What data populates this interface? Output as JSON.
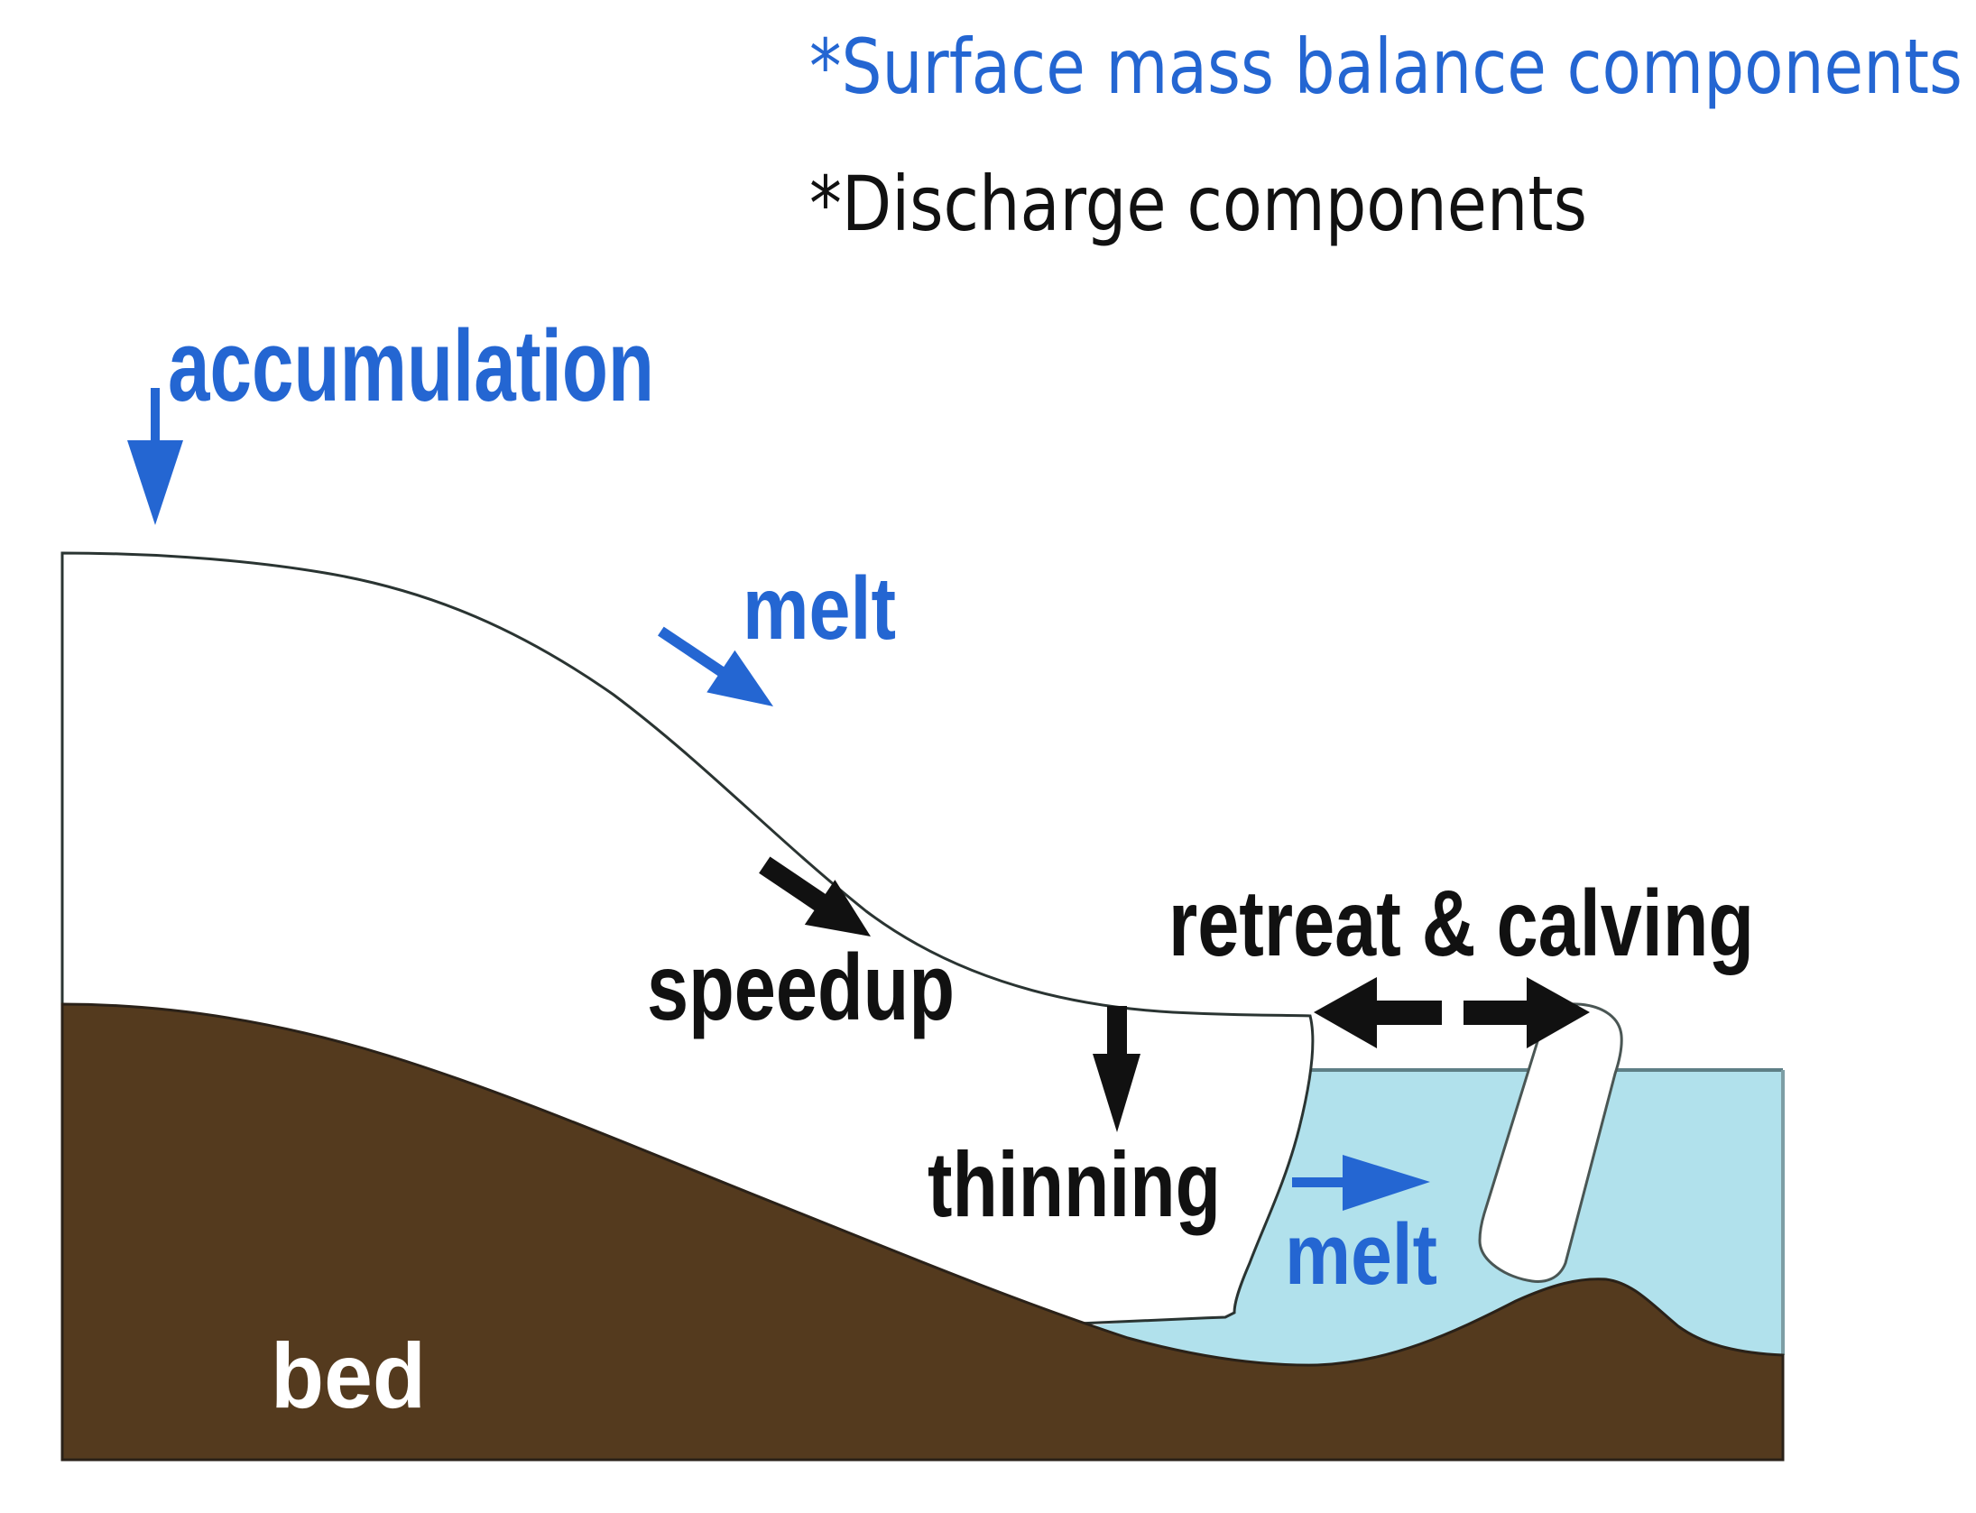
{
  "legend": {
    "surface_mass_balance": "*Surface mass balance components",
    "discharge": "*Discharge components"
  },
  "labels": {
    "accumulation": "accumulation",
    "surface_melt": "melt",
    "speedup": "speedup",
    "thinning": "thinning",
    "retreat_calving": "retreat & calving",
    "ocean_melt": "melt",
    "bed": "bed"
  },
  "colors": {
    "surface_mass_balance": "#2466d2",
    "discharge": "#111111",
    "bed": "#543a1e",
    "water": "#b1e1ec",
    "ice": "#ffffff",
    "outline": "#2a3432"
  }
}
